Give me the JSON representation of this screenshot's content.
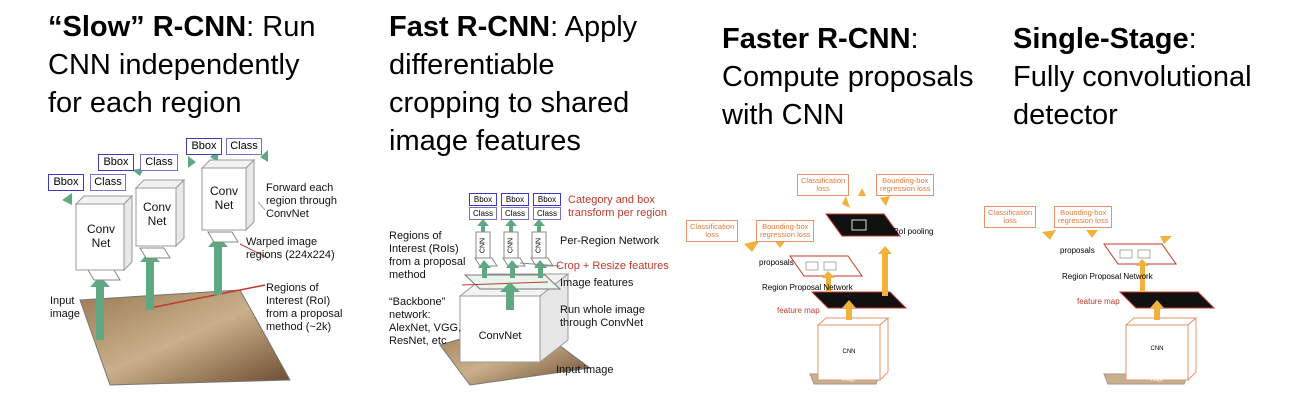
{
  "panels": {
    "slow": {
      "title_bold": "“Slow” R-CNN",
      "title_rest": ": Run",
      "title_line2": "CNN independently",
      "title_line3": "for each region",
      "bbox": "Bbox",
      "class": "Class",
      "convnet_line1": "Conv",
      "convnet_line2": "Net",
      "forward": [
        "Forward each",
        "region through",
        "ConvNet"
      ],
      "warped": [
        "Warped image",
        "regions (224x224)"
      ],
      "rois": [
        "Regions of",
        "Interest (RoI)",
        "from a proposal",
        "method (~2k)"
      ],
      "input": [
        "Input",
        "image"
      ]
    },
    "fast": {
      "title_bold": "Fast R-CNN",
      "title_rest": ": Apply",
      "title_line2": "differentiable",
      "title_line3": "cropping to shared",
      "title_line4": "image features",
      "bbox": "Bbox",
      "class": "Class",
      "cnn": "CNN",
      "category": [
        "Category and box",
        "transform per region"
      ],
      "per_region": "Per-Region Network",
      "rois": [
        "Regions of",
        "Interest (RoIs)",
        "from a proposal",
        "method"
      ],
      "crop": "Crop + Resize features",
      "image_features": "Image features",
      "backbone": [
        "“Backbone”",
        "network:",
        "AlexNet, VGG,",
        "ResNet, etc"
      ],
      "run_whole": [
        "Run whole image",
        "through ConvNet"
      ],
      "convnet": "ConvNet",
      "input": "Input image"
    },
    "faster": {
      "title_bold": "Faster R-CNN",
      "title_rest": ":",
      "title_line2": "Compute proposals",
      "title_line3": "with CNN",
      "classification_loss": [
        "Classification",
        "loss"
      ],
      "bbox_regression_loss": [
        "Bounding-box",
        "regression loss"
      ],
      "roi_pooling": "RoI pooling",
      "proposals": "proposals",
      "rpn": "Region Proposal Network",
      "feature_map": "feature map",
      "cnn": "CNN",
      "image": "image"
    },
    "single": {
      "title_bold": "Single-Stage",
      "title_rest": ":",
      "title_line2": "Fully convolutional",
      "title_line3": "detector",
      "classification_loss": [
        "Classification",
        "loss"
      ],
      "bbox_regression_loss": [
        "Bounding-box",
        "regression loss"
      ],
      "proposals": "proposals",
      "rpn": "Region Proposal Network",
      "feature_map": "feature map",
      "cnn": "CNN",
      "image": "image"
    }
  },
  "colors": {
    "arrow_green": "#5fa882",
    "arrow_orange": "#f0b23c",
    "box_blue": "#3b3bbf",
    "label_red": "#c0392b",
    "loss_orange": "#e07a3a"
  }
}
